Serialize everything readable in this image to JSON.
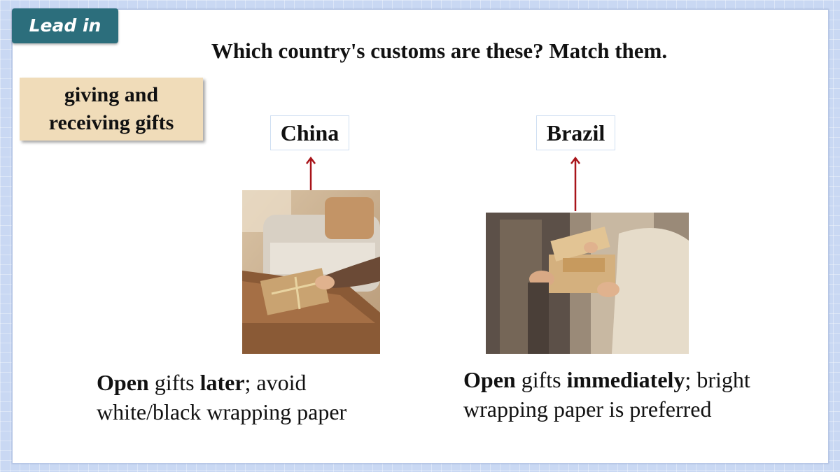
{
  "header": {
    "badge": "Lead in"
  },
  "question": "Which country's customs are these? Match them.",
  "topic": {
    "line1": "giving and",
    "line2": "receiving gifts"
  },
  "columns": [
    {
      "country": "China",
      "caption": {
        "b1": "Open",
        "t1": " gifts ",
        "b2": "later",
        "t2": "; avoid",
        "line2": "white/black wrapping paper"
      },
      "photo_icon": "gift-being-handed-over-in-living-room-photo"
    },
    {
      "country": "Brazil",
      "caption": {
        "b1": "Open",
        "t1": " gifts ",
        "b2": "immediately",
        "t2": "; bright",
        "line2": "wrapping paper is preferred"
      },
      "photo_icon": "people-opening-gift-box-photo"
    }
  ],
  "colors": {
    "arrow": "#a8141a",
    "badge_bg": "#2c6e7c",
    "topic_bg": "#f0dcb9"
  }
}
